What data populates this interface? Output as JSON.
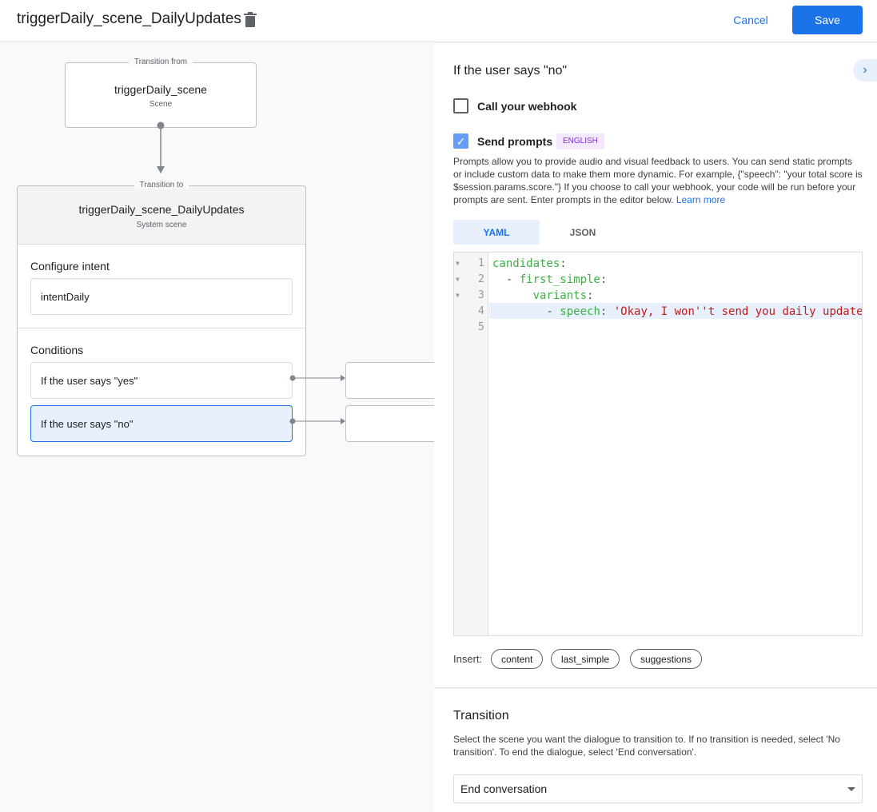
{
  "header": {
    "title": "triggerDaily_scene_DailyUpdates",
    "cancel_label": "Cancel",
    "save_label": "Save"
  },
  "canvas": {
    "from": {
      "legend": "Transition from",
      "name": "triggerDaily_scene",
      "type": "Scene"
    },
    "to": {
      "legend": "Transition to",
      "name": "triggerDaily_scene_DailyUpdates",
      "type": "System scene",
      "intent_label": "Configure intent",
      "intent": "intentDaily",
      "conditions_label": "Conditions",
      "conditions": [
        "If the user says \"yes\"",
        "If the user says \"no\""
      ]
    }
  },
  "panel": {
    "title": "If the user says \"no\"",
    "webhook": {
      "label": "Call your webhook",
      "checked": false
    },
    "prompts": {
      "label": "Send prompts",
      "checked": true,
      "badge": "ENGLISH"
    },
    "description": "Prompts allow you to provide audio and visual feedback to users. You can send static prompts or include custom data to make them more dynamic. For example, {\"speech\": \"your total score is $session.params.score.\"} If you choose to call your webhook, your code will be run before your prompts are sent. Enter prompts in the editor below.",
    "learn_more": "Learn more",
    "tabs": [
      "YAML",
      "JSON"
    ],
    "active_tab": "YAML",
    "editor": {
      "line_numbers": [
        "1",
        "2",
        "3",
        "4",
        "5"
      ],
      "lines": [
        {
          "key": "candidates",
          "punct": ":"
        },
        {
          "prefix": "  - ",
          "key": "first_simple",
          "punct": ":"
        },
        {
          "prefix": "      ",
          "key": "variants",
          "punct": ":"
        },
        {
          "prefix": "        - ",
          "key": "speech",
          "punct": ": ",
          "value": "'Okay, I won''t send you daily update"
        }
      ]
    },
    "insert_label": "Insert:",
    "insert_chips": [
      "content",
      "last_simple",
      "suggestions"
    ],
    "transition": {
      "heading": "Transition",
      "description": "Select the scene you want the dialogue to transition to. If no transition is needed, select 'No transition'. To end the dialogue, select 'End conversation'.",
      "selected": "End conversation"
    }
  },
  "colors": {
    "accent": "#1a73e8",
    "selected_bg": "#e8f0fe",
    "badge_bg": "#f3e8fd",
    "badge_text": "#8430ce"
  }
}
